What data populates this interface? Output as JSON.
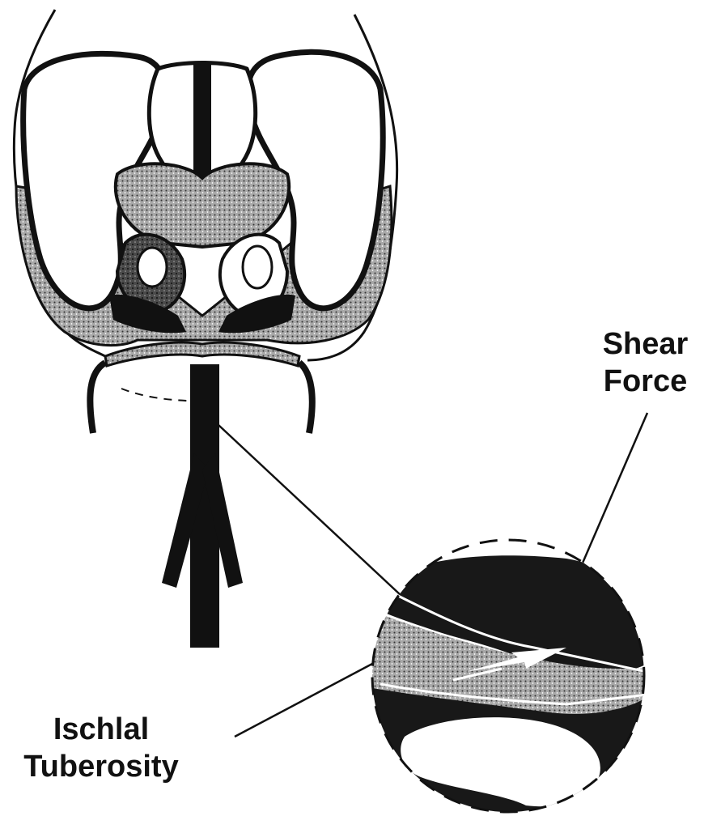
{
  "labels": {
    "shear_force": [
      "Shear",
      "Force"
    ],
    "ischial_tuberosity": [
      "Ischlal",
      "Tuberosity"
    ]
  },
  "colors": {
    "ink": "#111111",
    "bone": "#ffffff",
    "shade": "#6a6a6a"
  }
}
